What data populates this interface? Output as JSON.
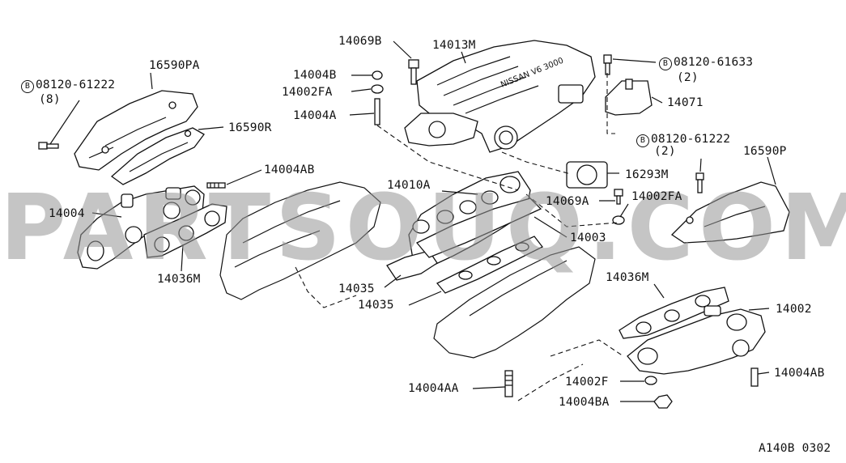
{
  "diagram_code": "A140B 0302",
  "watermark": "PARTSOUQ.COM",
  "bolt_symbol": "B",
  "labels": {
    "p16590PA": "16590PA",
    "bolt_left_number": "08120-61222",
    "bolt_left_qty": "(8)",
    "p16590R": "16590R",
    "p14004AB_top": "14004AB",
    "p14004": "14004",
    "p14036M_left": "14036M",
    "p14069B": "14069B",
    "p14013M": "14013M",
    "p14004B": "14004B",
    "p14002FA_top": "14002FA",
    "p14004A": "14004A",
    "bolt_right_top_number": "08120-61633",
    "bolt_right_top_qty": "(2)",
    "p14071": "14071",
    "bolt_right_mid_number": "08120-61222",
    "bolt_right_mid_qty": "(2)",
    "p16590P": "16590P",
    "p16293M": "16293M",
    "p14010A": "14010A",
    "p14069A": "14069A",
    "p14002FA_mid": "14002FA",
    "p14003": "14003",
    "p14035_a": "14035",
    "p14035_b": "14035",
    "p14036M_right": "14036M",
    "p14002": "14002",
    "p14004AB_bottom": "14004AB",
    "p14002F": "14002F",
    "p14004AA": "14004AA",
    "p14004BA": "14004BA"
  }
}
